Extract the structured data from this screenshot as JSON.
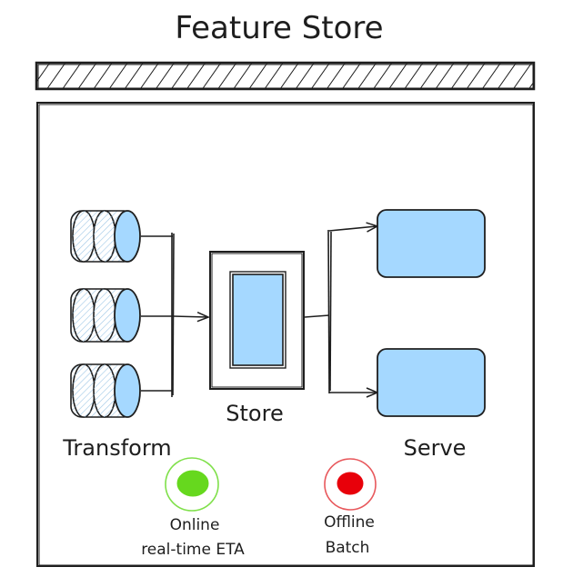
{
  "title": "Feature Store",
  "labels": {
    "transform": "Transform",
    "store": "Store",
    "serve": "Serve"
  },
  "legend": [
    {
      "line1": "Online",
      "line2": "real-time ETA",
      "fill": "#66d81e",
      "ring": "#7fe04a"
    },
    {
      "line1": "Offline",
      "line2": "Batch",
      "fill": "#e8000a",
      "ring": "#e8585c"
    }
  ],
  "colors": {
    "box_fill": "#a5d8ff",
    "ink": "#1e1e1e",
    "hatch": "#9ec7e6"
  }
}
